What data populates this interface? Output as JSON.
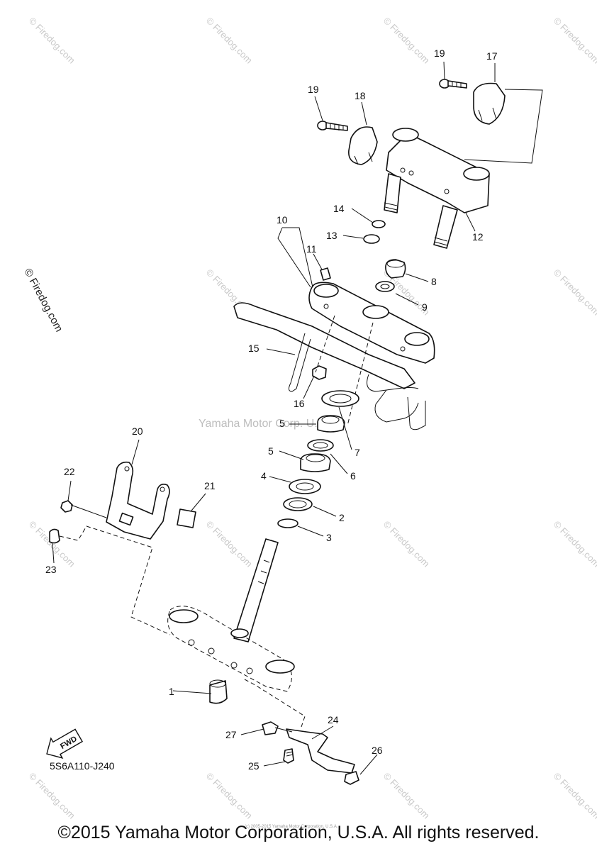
{
  "diagram": {
    "callouts": [
      "1",
      "2",
      "3",
      "4",
      "5",
      "5",
      "6",
      "7",
      "8",
      "9",
      "10",
      "11",
      "12",
      "13",
      "14",
      "15",
      "16",
      "17",
      "18",
      "19",
      "19",
      "20",
      "21",
      "22",
      "23",
      "24",
      "25",
      "26",
      "27"
    ],
    "diagram_code": "5S6A110-J240",
    "fwd_badge": "FWD",
    "center_watermark": "Yamaha Motor Corp. U.S.A.",
    "watermark": "© Firedog.com",
    "side_watermark": "© Firedog.com",
    "small_note": "(c) 2005-2015 Yamaha Motor Corporation, U.S.A.",
    "copyright": "©2015 Yamaha Motor Corporation, U.S.A. All rights reserved."
  }
}
